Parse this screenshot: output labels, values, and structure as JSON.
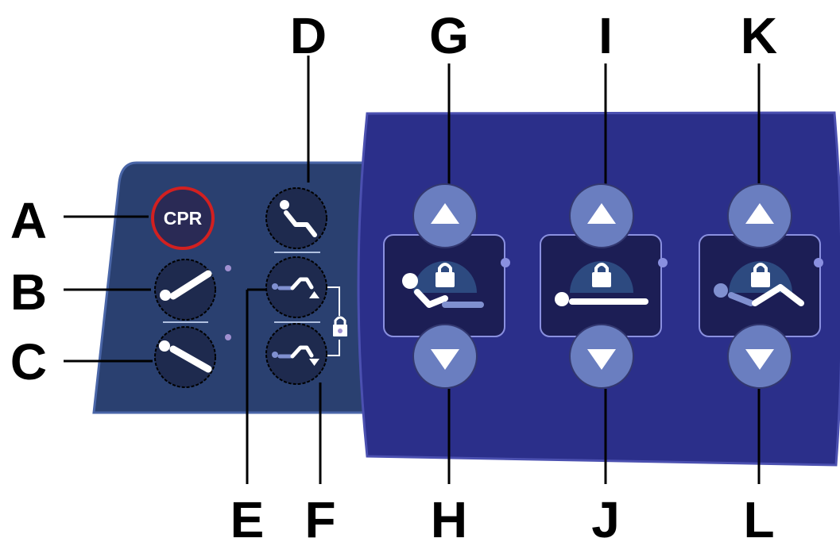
{
  "callouts": {
    "a": "A",
    "b": "B",
    "c": "C",
    "d": "D",
    "e": "E",
    "f": "F",
    "g": "G",
    "h": "H",
    "i": "I",
    "j": "J",
    "k": "K",
    "l": "L"
  },
  "buttons": {
    "cpr_label": "CPR"
  },
  "icons": {
    "a": "cpr-button",
    "b": "trendelenburg-icon",
    "c": "reverse-trendelenburg-icon",
    "d": "chair-position-icon",
    "e": "bed-height-up-icon",
    "f": "bed-height-down-icon",
    "lock": "lock-icon",
    "g": "head-section-up-icon",
    "h": "head-section-down-icon",
    "i": "bed-height-up-icon",
    "j": "bed-height-down-icon",
    "k": "knee-section-up-icon",
    "l": "knee-section-down-icon"
  },
  "colors": {
    "left_panel": "#2a4070",
    "right_panel": "#2b2f8a",
    "button_fill": "#2a3565",
    "arrow_button": "#6a7ec0",
    "cpr_ring": "#d22020",
    "callout": "#000000"
  }
}
